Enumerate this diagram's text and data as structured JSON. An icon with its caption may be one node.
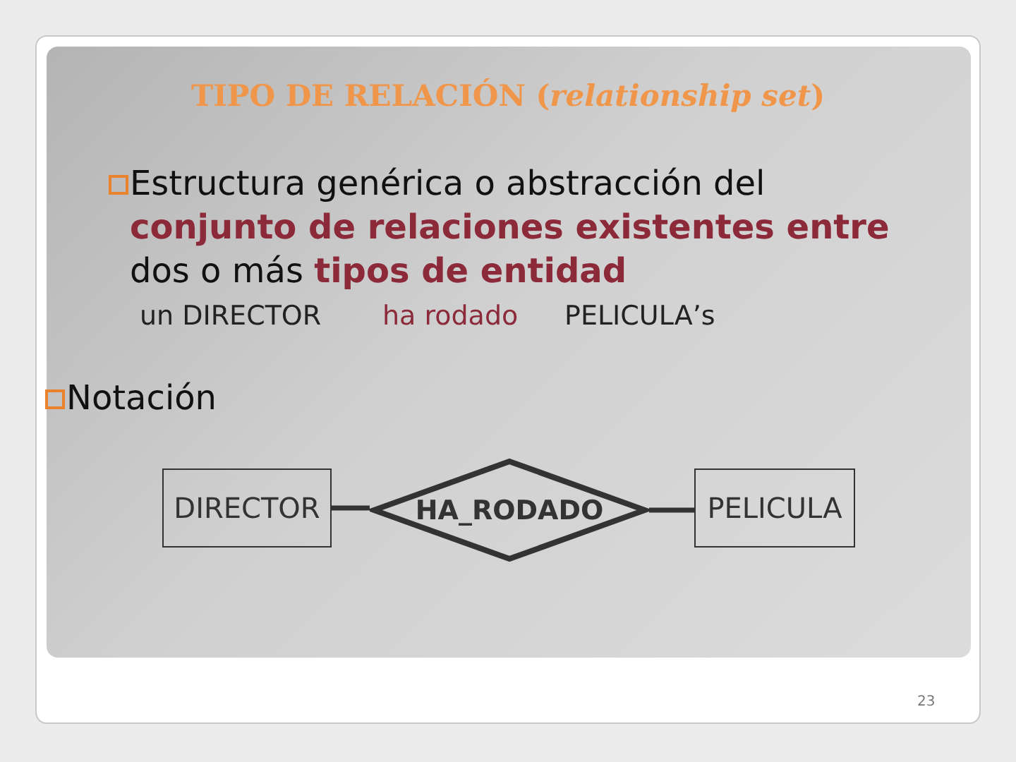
{
  "diagram": {
    "title": "TIPO DE RELACIÓN (*relationship set*)",
    "nodes": [
      {
        "text": [
          "DIRECTOR"
        ]
      },
      {
        "text": [
          "HA_RODADO"
        ]
      },
      {
        "text": [
          "PELICULA"
        ]
      }
    ],
    "edges": [
      {
        "from": 0,
        "to": 1,
        "arrow": "none"
      },
      {
        "from": 1,
        "to": 2,
        "arrow": "none"
      }
    ],
    "labels": [
      "Estructura genérica o abstracción del **conjunto de relaciones existentes entre** dos o más **tipos de entidad**",
      "un DIRECTOR",
      "ha rodado",
      "PELICULA’s",
      "Notación",
      "23"
    ]
  }
}
